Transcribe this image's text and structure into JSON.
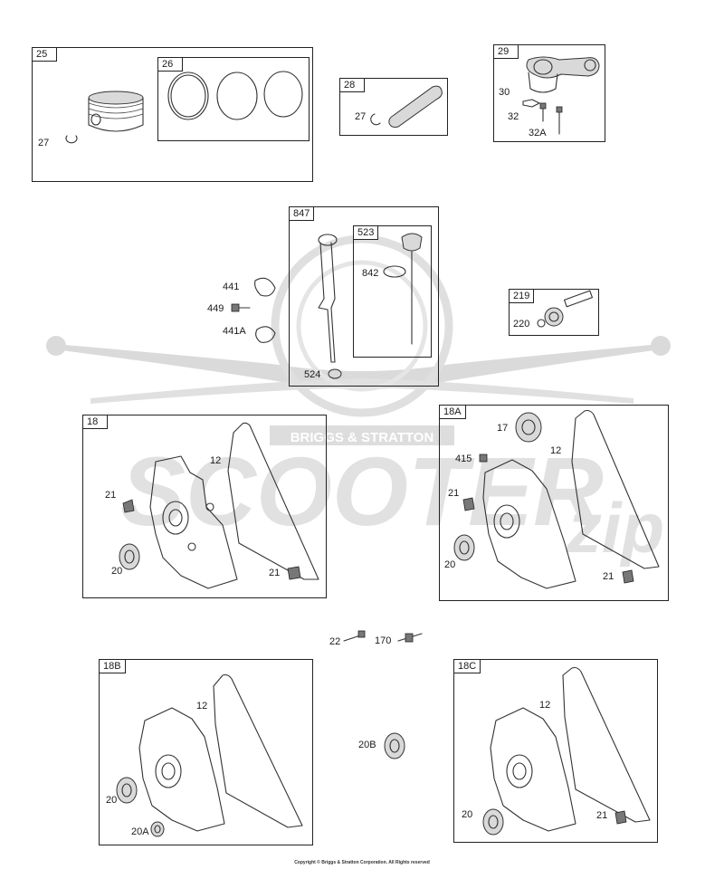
{
  "watermark": {
    "badge_text": "BRIGGS & STRATTON",
    "logo_text": "SCOOTER",
    "logo_script": "zip",
    "color": "#bdbdbd"
  },
  "boxes": {
    "b25": "25",
    "b26": "26",
    "b28": "28",
    "b29": "29",
    "b847": "847",
    "b523": "523",
    "b219": "219",
    "b18": "18",
    "b18A": "18A",
    "b18B": "18B",
    "b18C": "18C"
  },
  "labels": {
    "l27a": "27",
    "l27b": "27",
    "l30": "30",
    "l32": "32",
    "l32A": "32A",
    "l441": "441",
    "l449": "449",
    "l441A": "441A",
    "l842": "842",
    "l524": "524",
    "l220": "220",
    "l18_12": "12",
    "l18_21a": "21",
    "l18_20": "20",
    "l18_21b": "21",
    "l18A_17": "17",
    "l18A_415": "415",
    "l18A_12": "12",
    "l18A_21a": "21",
    "l18A_20": "20",
    "l18A_21b": "21",
    "l22": "22",
    "l170": "170",
    "l18B_12": "12",
    "l18B_20": "20",
    "l18B_20A": "20A",
    "l20B": "20B",
    "l18C_12": "12",
    "l18C_20": "20",
    "l18C_21": "21"
  },
  "footer": {
    "copyright": "Copyright © Briggs & Stratton Corporation. All Rights reserved"
  }
}
